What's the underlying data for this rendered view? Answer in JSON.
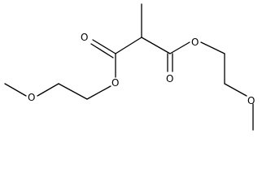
{
  "molecule": {
    "atoms": {
      "o_ester_carbonyl_left": "O",
      "o_ester_left": "O",
      "o_methoxy_left": "O",
      "o_ester_carbonyl_right": "O",
      "o_ester_right": "O",
      "o_methoxy_right": "O"
    },
    "colors": {
      "bond": "#000000",
      "background": "#ffffff"
    }
  }
}
